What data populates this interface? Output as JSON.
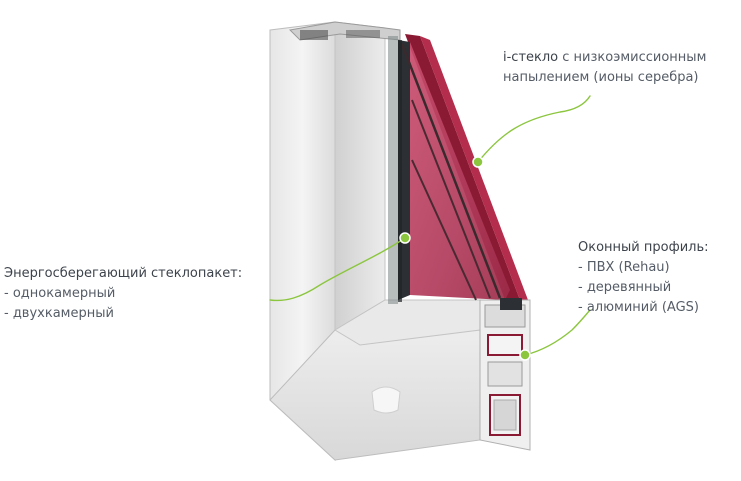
{
  "callouts": {
    "glass": {
      "title_bold": "i-стекло",
      "title_rest": " с низкоэмиссионным",
      "line2": "напылением (ионы серебра)"
    },
    "unit": {
      "title": "Энергосберегающий стеклопакет:",
      "items": [
        "- однокамерный",
        "- двухкамерный"
      ]
    },
    "profile": {
      "title": "Оконный профиль:",
      "items": [
        "- ПВХ (Rehau)",
        "- деревянный",
        "- алюминий (AGS)"
      ]
    }
  },
  "colors": {
    "accent_green": "#8cc63f",
    "glass_red": "#9b1b3c",
    "frame_white": "#eeeeee",
    "text": "#555c66"
  }
}
